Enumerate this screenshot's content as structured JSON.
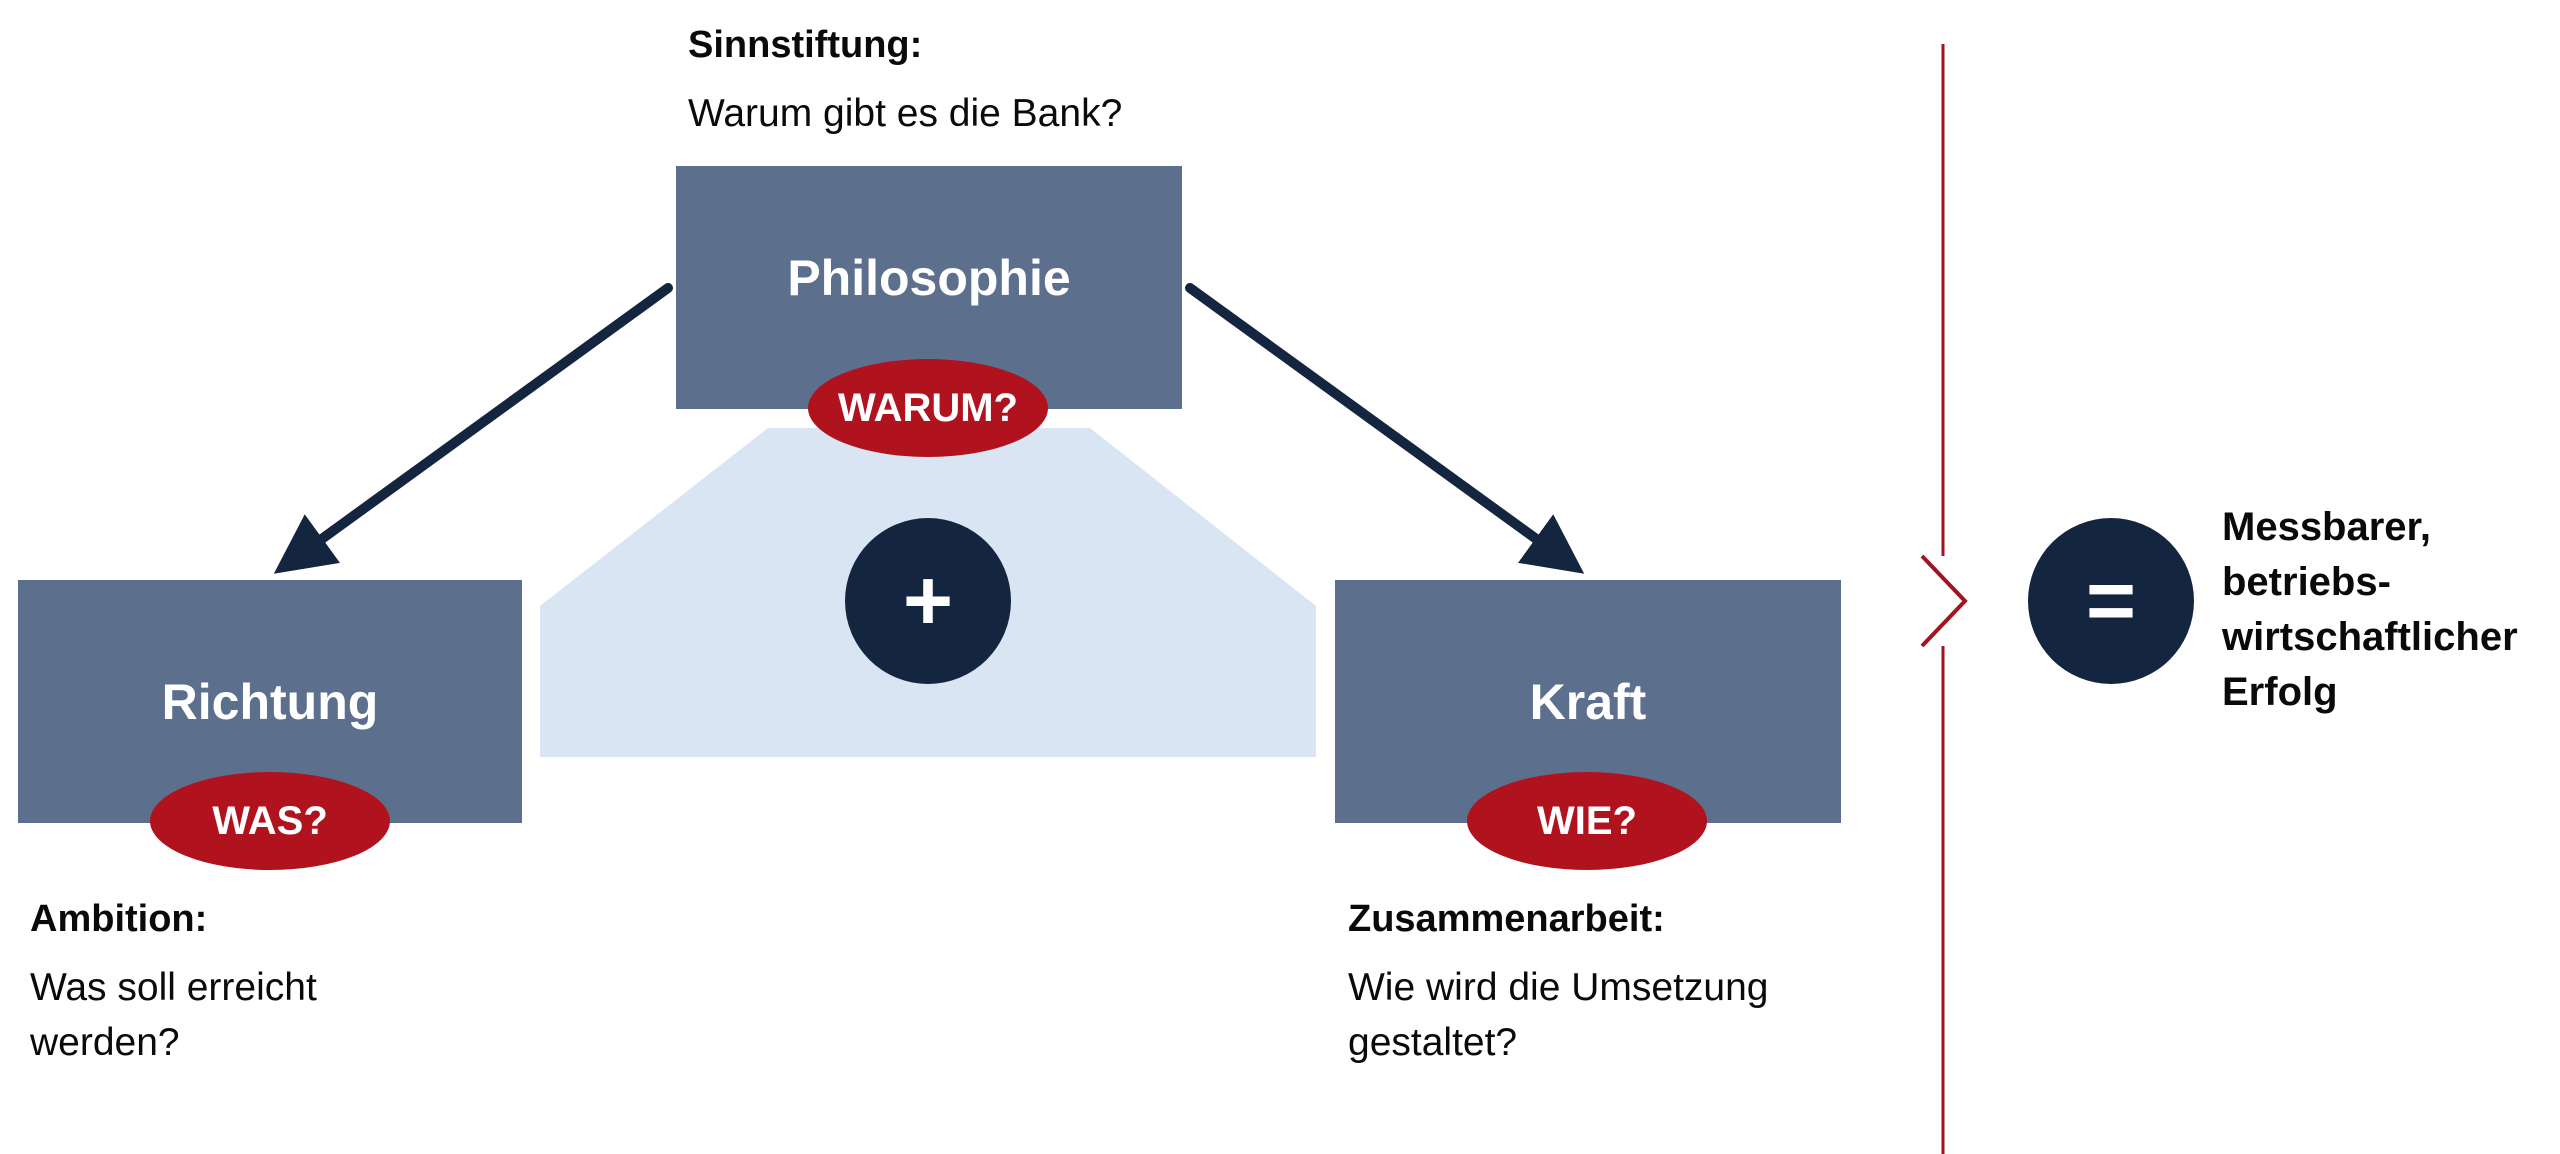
{
  "top": {
    "heading": "Sinnstiftung:",
    "question": "Warum gibt es die Bank?",
    "box_label": "Philosophie",
    "badge": "WARUM?"
  },
  "left": {
    "box_label": "Richtung",
    "badge": "WAS?",
    "heading": "Ambition:",
    "question": "Was soll erreicht werden?"
  },
  "right": {
    "box_label": "Kraft",
    "badge": "WIE?",
    "heading": "Zusammenarbeit:",
    "question": "Wie wird die Umsetzung gestaltet?"
  },
  "operators": {
    "plus": "+",
    "equals": "="
  },
  "result": {
    "text": "Messbarer, betriebs-wirtschaftlicher Erfolg"
  },
  "colors": {
    "box": "#5c708e",
    "badge": "#b0121e",
    "circle": "#13253f",
    "trapezoid": "#d9e5f3",
    "divider": "#a0151f"
  }
}
